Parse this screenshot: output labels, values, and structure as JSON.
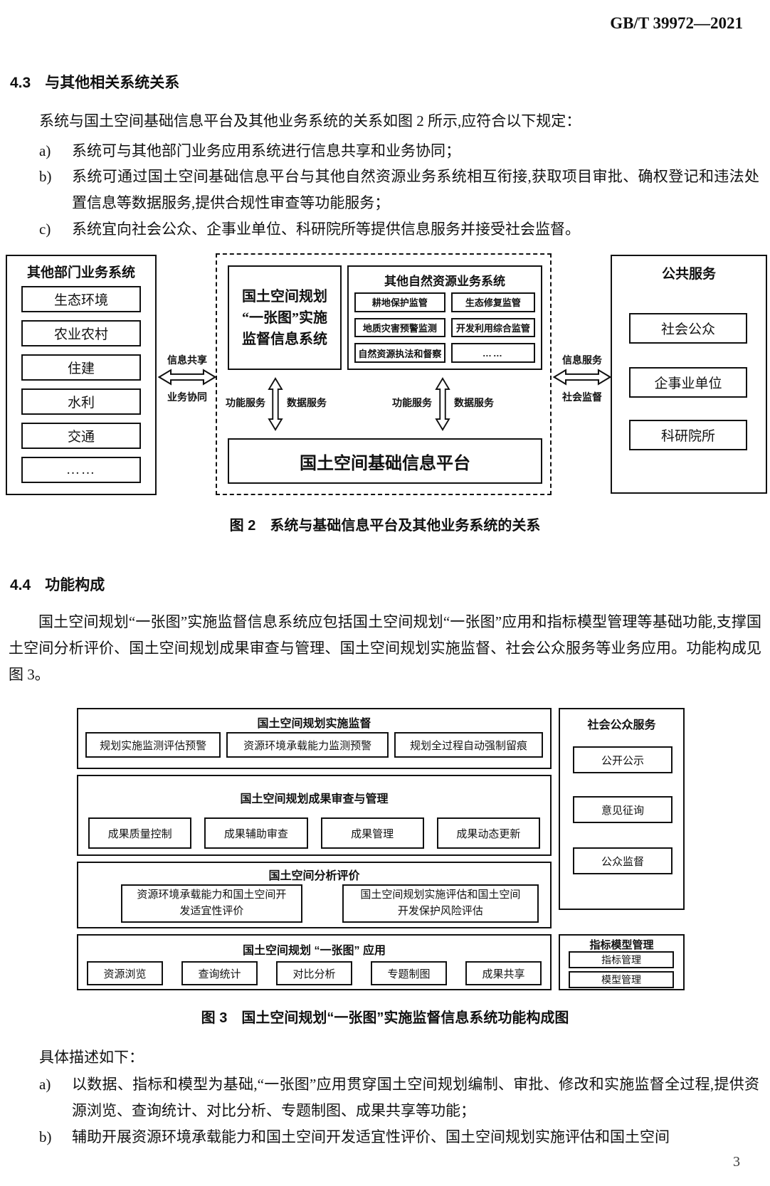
{
  "colors": {
    "ink": "#111111",
    "paper": "#ffffff"
  },
  "page": {
    "header_code": "GB/T 39972—2021",
    "page_number": "3"
  },
  "s43": {
    "num": "4.3",
    "title": "与其他相关系统关系",
    "intro": "系统与国土空间基础信息平台及其他业务系统的关系如图 2 所示,应符合以下规定：",
    "items": [
      {
        "label": "a)",
        "text": "系统可与其他部门业务应用系统进行信息共享和业务协同；"
      },
      {
        "label": "b)",
        "text": "系统可通过国土空间基础信息平台与其他自然资源业务系统相互衔接,获取项目审批、确权登记和违法处置信息等数据服务,提供合规性审查等功能服务；"
      },
      {
        "label": "c)",
        "text": "系统宜向社会公众、企事业单位、科研院所等提供信息服务并接受社会监督。"
      }
    ]
  },
  "fig2": {
    "caption": "图 2　系统与基础信息平台及其他业务系统的关系",
    "left": {
      "title": "其他部门业务系统",
      "items": [
        "生态环境",
        "农业农村",
        "住建",
        "水利",
        "交通",
        "……"
      ]
    },
    "left_arrow": {
      "top": "信息共享",
      "bottom": "业务协同"
    },
    "sys_lines": [
      "国土空间规划",
      "“一张图”实施",
      "监督信息系统"
    ],
    "nat": {
      "title": "其他自然资源业务系统",
      "items": [
        "耕地保护监管",
        "生态修复监管",
        "地质灾害预警监测",
        "开发利用综合监管",
        "自然资源执法和督察",
        "……"
      ]
    },
    "service_labels": {
      "fn": "功能服务",
      "data": "数据服务"
    },
    "platform": "国土空间基础信息平台",
    "right_arrow": {
      "top": "信息服务",
      "bottom": "社会监督"
    },
    "right": {
      "title": "公共服务",
      "items": [
        "社会公众",
        "企事业单位",
        "科研院所"
      ]
    }
  },
  "s44": {
    "num": "4.4",
    "title": "功能构成",
    "para": "国土空间规划“一张图”实施监督信息系统应包括国土空间规划“一张图”应用和指标模型管理等基础功能,支撑国土空间分析评价、国土空间规划成果审查与管理、国土空间规划实施监督、社会公众服务等业务应用。功能构成见图 3。"
  },
  "fig3": {
    "caption": "图 3　国土空间规划“一张图”实施监督信息系统功能构成图",
    "blocks": [
      {
        "title": "国土空间规划实施监督",
        "items": [
          "规划实施监测评估预警",
          "资源环境承载能力监测预警",
          "规划全过程自动强制留痕"
        ]
      },
      {
        "title": "国土空间规划成果审查与管理",
        "items": [
          "成果质量控制",
          "成果辅助审查",
          "成果管理",
          "成果动态更新"
        ]
      },
      {
        "title": "国土空间分析评价",
        "items": [
          "资源环境承载能力和国土空间开发适宜性评价",
          "国土空间规划实施评估和国土空间开发保护风险评估"
        ]
      },
      {
        "title": "国土空间规划 “一张图” 应用",
        "items": [
          "资源浏览",
          "查询统计",
          "对比分析",
          "专题制图",
          "成果共享"
        ]
      }
    ],
    "side": [
      {
        "title": "社会公众服务",
        "items": [
          "公开公示",
          "意见征询",
          "公众监督"
        ]
      },
      {
        "title": "指标模型管理",
        "items": [
          "指标管理",
          "模型管理"
        ]
      }
    ]
  },
  "detail": {
    "intro": "具体描述如下：",
    "items": [
      {
        "label": "a)",
        "text": "以数据、指标和模型为基础,“一张图”应用贯穿国土空间规划编制、审批、修改和实施监督全过程,提供资源浏览、查询统计、对比分析、专题制图、成果共享等功能；"
      },
      {
        "label": "b)",
        "text": "辅助开展资源环境承载能力和国土空间开发适宜性评价、国土空间规划实施评估和国土空间"
      }
    ]
  }
}
